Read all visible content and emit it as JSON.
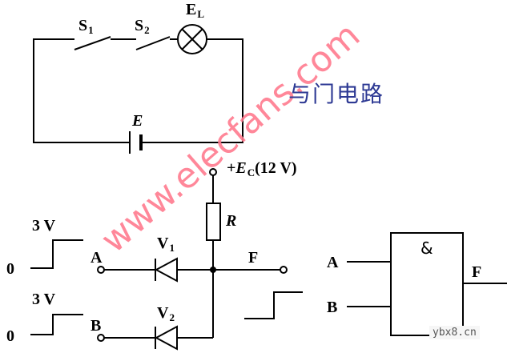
{
  "title": "与门电路",
  "watermark": "www.elecfans.com",
  "site_label": "ybx8.cn",
  "top_circuit": {
    "switch_1": {
      "main": "S",
      "sub": "1"
    },
    "switch_2": {
      "main": "S",
      "sub": "2"
    },
    "lamp": {
      "main": "E",
      "sub": "L"
    },
    "battery": "E"
  },
  "diode_circuit": {
    "supply": {
      "prefix": "+",
      "main": "E",
      "sub": "C",
      "suffix": "(12 V)"
    },
    "resistor": "R",
    "input_a": "A",
    "input_b": "B",
    "diode_1": {
      "main": "V",
      "sub": "1"
    },
    "diode_2": {
      "main": "V",
      "sub": "2"
    },
    "output": "F",
    "pulse_a_high": "3 V",
    "pulse_a_low": "0",
    "pulse_b_high": "3 V",
    "pulse_b_low": "0"
  },
  "gate": {
    "symbol": "&",
    "input_a": "A",
    "input_b": "B",
    "output": "F"
  }
}
